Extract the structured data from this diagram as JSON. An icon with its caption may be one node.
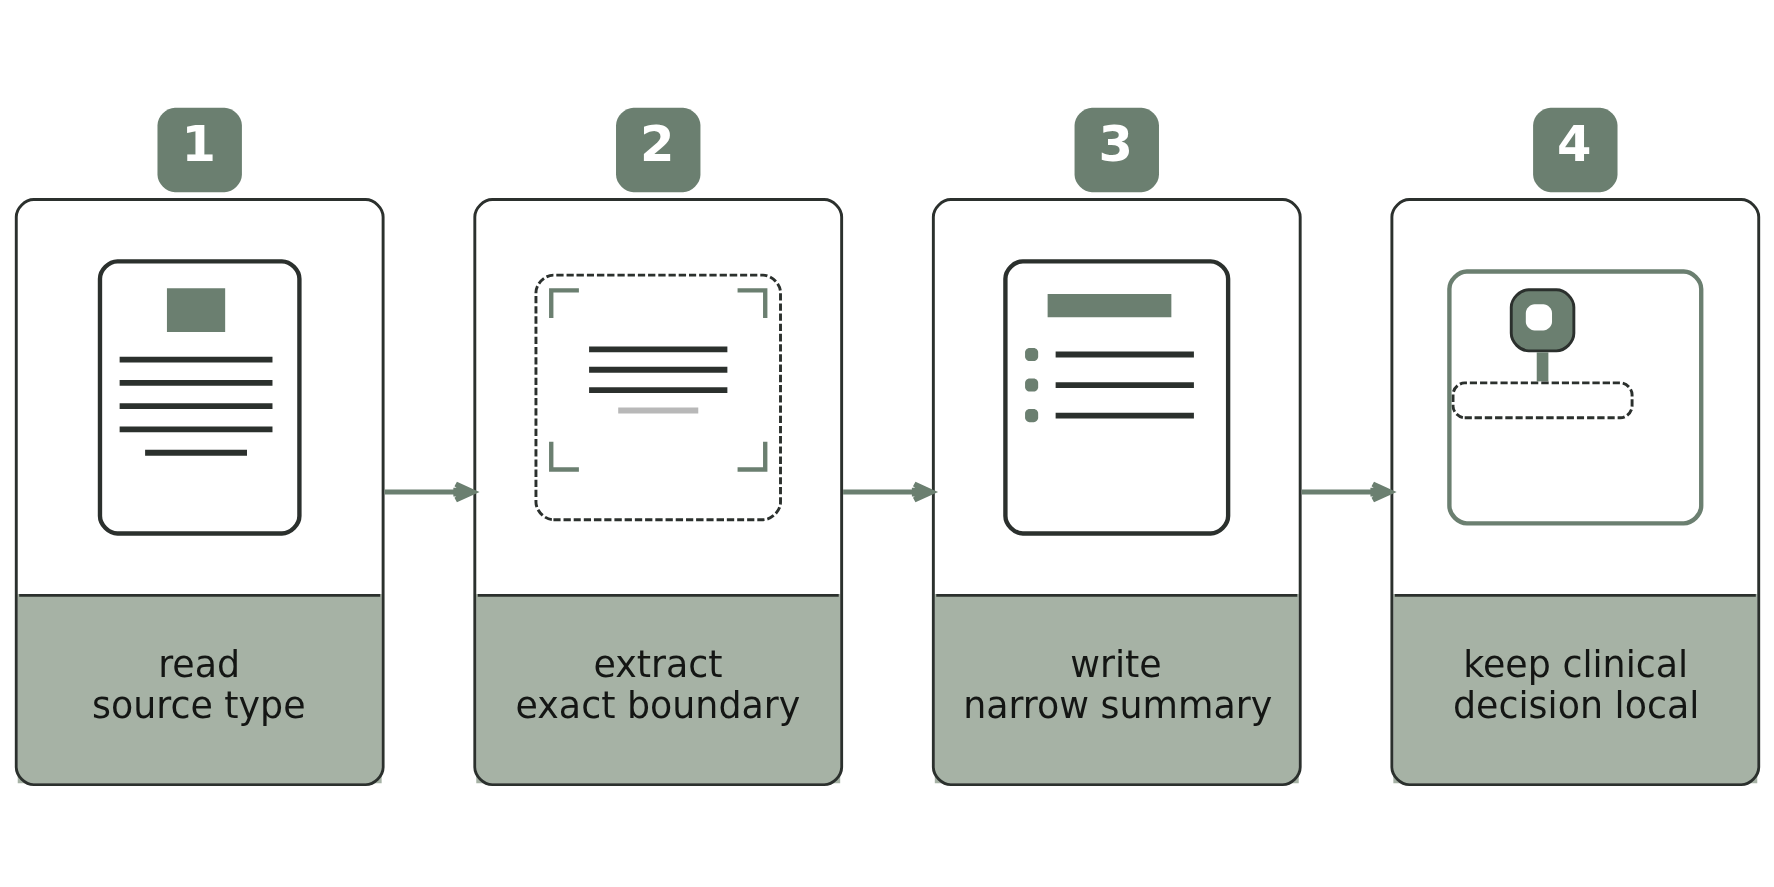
{
  "diagram": {
    "nodes": [
      {
        "text": [
          "1",
          "read source type"
        ]
      },
      {
        "text": [
          "2",
          "extract exact boundary"
        ]
      },
      {
        "text": [
          "3",
          "write narrow summary"
        ]
      },
      {
        "text": [
          "4",
          "keep clinical decision local"
        ]
      }
    ],
    "edges": [
      {
        "from": 0,
        "to": 1,
        "arrow": "to"
      },
      {
        "from": 1,
        "to": 2,
        "arrow": "to"
      },
      {
        "from": 2,
        "to": 3,
        "arrow": "to"
      }
    ]
  }
}
